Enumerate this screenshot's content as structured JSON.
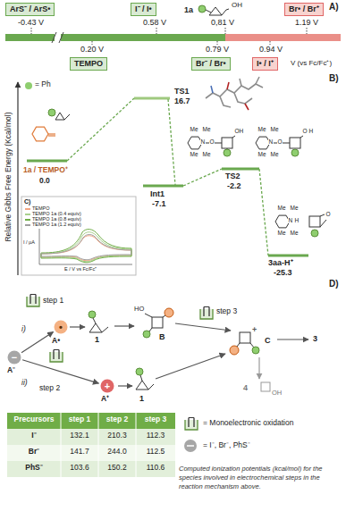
{
  "diagram": {
    "caption": "Computed ionization potentials (kcal/mol) for the species involved in electrochemical steps in the reaction mechanism above.",
    "nodes": [
      {
        "text": [
          "ArS⁻ / ArS•"
        ]
      },
      {
        "text": [
          "I⁻ / I•"
        ]
      },
      {
        "text": [
          "Br• / Br⁺"
        ]
      },
      {
        "text": [
          "TEMPO"
        ]
      },
      {
        "text": [
          "Br⁻ / Br•"
        ]
      },
      {
        "text": [
          "I• / I⁺"
        ]
      },
      {
        "text": [
          "−"
        ]
      },
      {
        "text": [
          "•"
        ]
      },
      {
        "text": [
          "+"
        ]
      }
    ],
    "edges": [
      {
        "from": 6,
        "to": 7,
        "arrow": "to"
      },
      {
        "from": 6,
        "to": 8,
        "arrow": "to"
      }
    ],
    "labels": [
      "A)",
      "-0.43 V",
      "0.58 V",
      "1a",
      "OH",
      "0,81 V",
      "1.19 V",
      "0.20 V",
      "0.79 V",
      "0.94 V",
      "V (vs Fc/Fc⁺)",
      "B)",
      "Relative Gibbs Free Energy (Kcal/mol)",
      "1a / TEMPO⁺",
      "0.0",
      "TS1",
      "16.7",
      "Int1",
      "-7.1",
      "TS2",
      "-2.2",
      "3aa-H⁺",
      "-25.3",
      "Me",
      "Me",
      "N",
      "Me",
      "Me",
      "O",
      "OH",
      "Me",
      "Me",
      "N",
      "Me",
      "Me",
      "O",
      "O",
      "H",
      "Me",
      "Me",
      "N",
      "H",
      "Me",
      "Me",
      "O",
      "C)",
      "I / µA",
      "E / V vs Fc/Fc⁺",
      "D)",
      "step 1",
      "i)",
      "A⁻",
      "A•",
      "1",
      "HO",
      "B",
      "step 3",
      "+",
      "C",
      "3",
      "4",
      "OH",
      "ii)",
      "step 2",
      "A⁺",
      "1",
      "Precursors",
      "step 1",
      "step 2",
      "step 3",
      "I⁻",
      "132.1",
      "210.3",
      "112.3",
      "Br⁻",
      "141.7",
      "244.0",
      "112.5",
      "PhS⁻",
      "103.6",
      "150.2",
      "110.6"
    ],
    "legend": [
      {
        "text": "= Ph",
        "color": "#8fce6f"
      },
      {
        "text": "TEMPO"
      },
      {
        "text": "TEMPO 1a (0.4 equiv)"
      },
      {
        "text": "TEMPO 1a (0.8 equiv)"
      },
      {
        "text": "TEMPO 1a (1.2 equiv)"
      },
      {
        "text": "= Monoelectronic oxidation"
      },
      {
        "text": "= I⁻, Br⁻, PhS⁻"
      }
    ]
  }
}
